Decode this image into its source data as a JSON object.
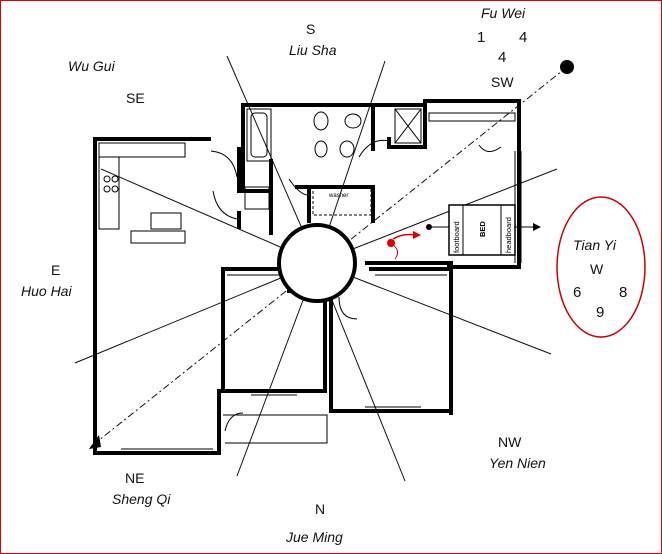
{
  "labels": {
    "south": "S",
    "liu_sha": "Liu Sha",
    "fu_wei": "Fu Wei",
    "fu_wei_num_a": "1",
    "fu_wei_num_b": "4",
    "fu_wei_num_c": "4",
    "southwest": "SW",
    "wu_gui": "Wu Gui",
    "southeast": "SE",
    "east": "E",
    "huo_hai": "Huo Hai",
    "tian_yi": "Tian Yi",
    "west": "W",
    "tian_yi_num_a": "6",
    "tian_yi_num_b": "8",
    "tian_yi_num_c": "9",
    "northwest": "NW",
    "yen_nien": "Yen Nien",
    "northeast": "NE",
    "sheng_qi": "Sheng Qi",
    "north": "N",
    "jue_ming": "Jue Ming"
  },
  "bed": {
    "headboard": "headboard",
    "bed": "BED",
    "footboard": "footboard"
  },
  "appliance": {
    "label": "washer"
  },
  "colors": {
    "frame": "#e00000",
    "ellipse": "#cc0000",
    "marker": "#e00000",
    "ink": "#111111"
  }
}
